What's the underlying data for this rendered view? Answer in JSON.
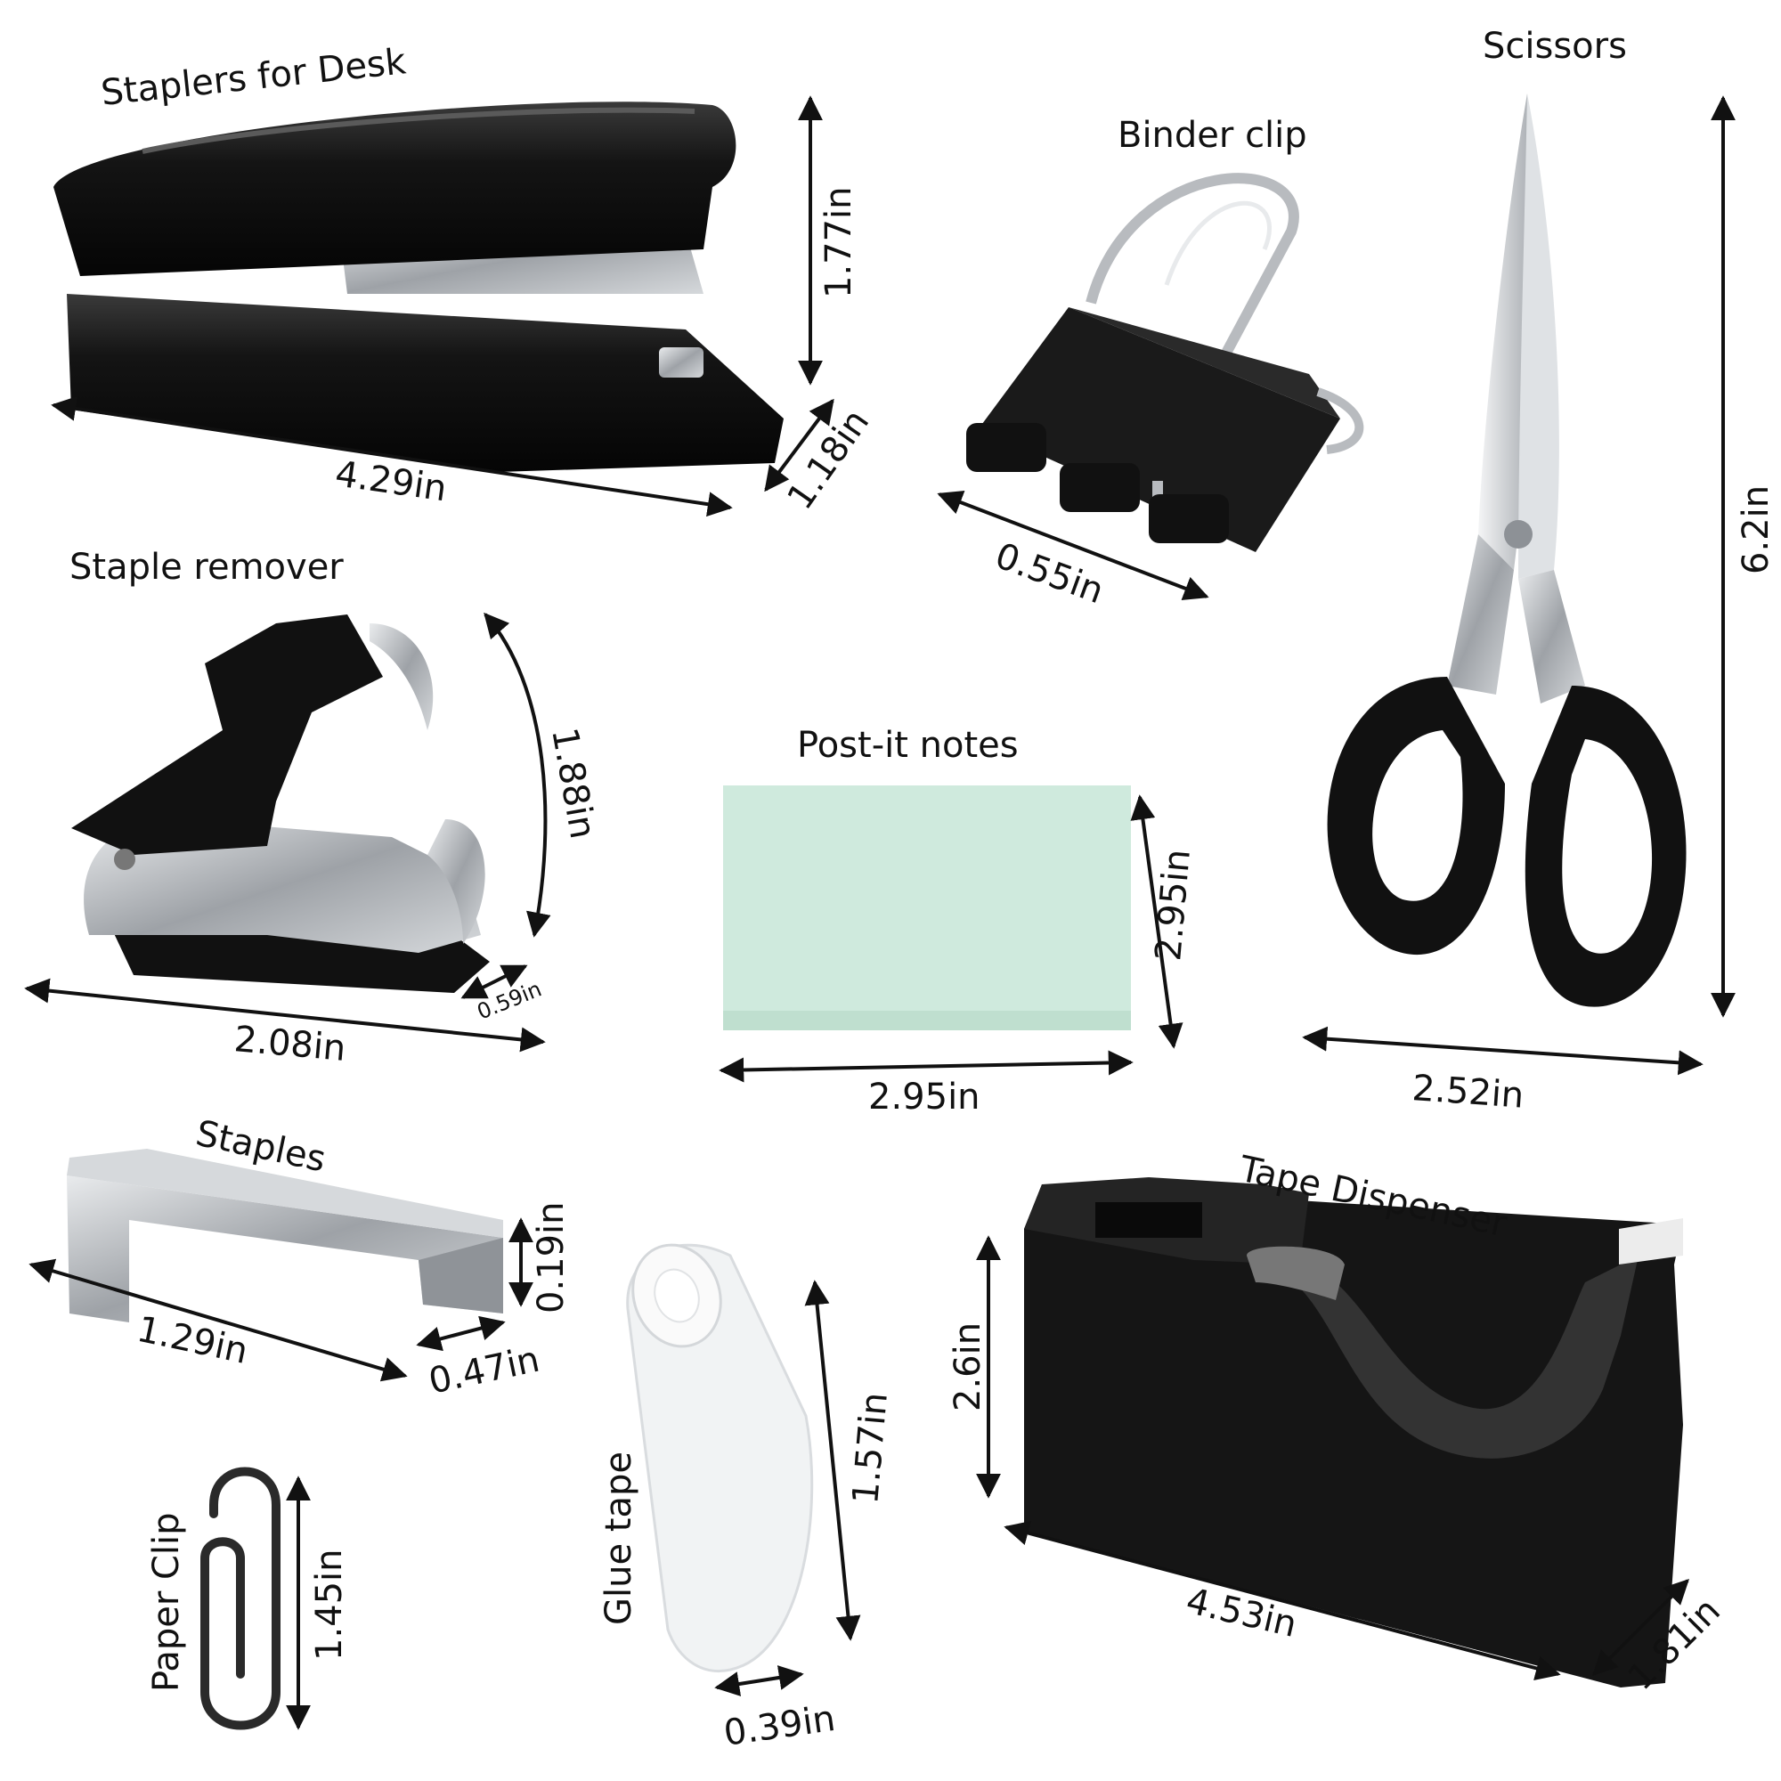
{
  "items": {
    "stapler": {
      "title": "Staplers for Desk",
      "dims": [
        "1.77in",
        "4.29in",
        "1.18in"
      ]
    },
    "binder_clip": {
      "title": "Binder clip",
      "dims": [
        "0.55in"
      ]
    },
    "scissors": {
      "title": "Scissors",
      "dims": [
        "6.2in",
        "2.52in"
      ]
    },
    "staple_remover": {
      "title": "Staple remover",
      "dims": [
        "1.88in",
        "0.59in",
        "2.08in"
      ]
    },
    "post_it": {
      "title": "Post-it notes",
      "dims": [
        "2.95in",
        "2.95in"
      ]
    },
    "staples": {
      "title": "Staples",
      "dims": [
        "0.19in",
        "1.29in",
        "0.47in"
      ]
    },
    "tape_dispenser": {
      "title": "Tape Dispenser",
      "dims": [
        "2.6in",
        "4.53in",
        "1.81in"
      ]
    },
    "glue_tape": {
      "title": "Glue tape",
      "dims": [
        "1.57in",
        "0.39in"
      ]
    },
    "paper_clip": {
      "title": "Paper Clip",
      "dims": [
        "1.45in"
      ]
    }
  },
  "colors": {
    "object_black": "#141414",
    "metal_silver": "#b9bcc0",
    "note_mint": "#cfeadd",
    "background": "#ffffff"
  }
}
